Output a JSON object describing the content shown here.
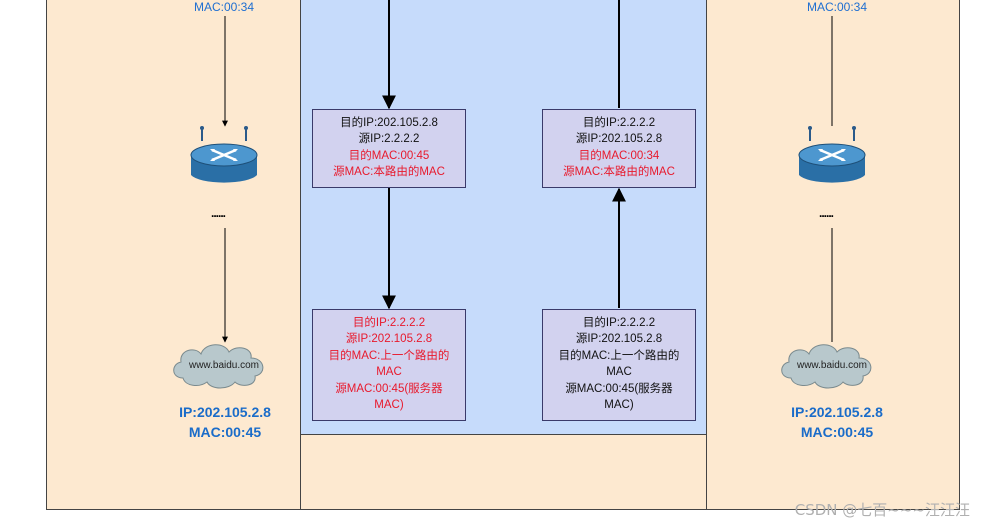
{
  "left": {
    "mac_top": "MAC:00:34",
    "dots": "......",
    "cloud_label": "www.baidu.com",
    "ip": "IP:202.105.2.8",
    "mac": "MAC:00:45"
  },
  "right": {
    "mac_top": "MAC:00:34",
    "dots": "......",
    "cloud_label": "www.baidu.com",
    "ip": "IP:202.105.2.8",
    "mac": "MAC:00:45"
  },
  "packets": {
    "top_left": {
      "line1": "目的IP:202.105.2.8",
      "line2": "源IP:2.2.2.2",
      "line3": "目的MAC:00:45",
      "line4": "源MAC:本路由的MAC"
    },
    "top_right": {
      "line1": "目的IP:2.2.2.2",
      "line2": "源IP:202.105.2.8",
      "line3": "目的MAC:00:34",
      "line4": "源MAC:本路由的MAC"
    },
    "bottom_left": {
      "line1": "目的IP:2.2.2.2",
      "line2": "源IP:202.105.2.8",
      "line3": "目的MAC:上一个路由的",
      "line4": "MAC",
      "line5": "源MAC:00:45(服务器",
      "line6": "MAC)"
    },
    "bottom_right": {
      "line1": "目的IP:2.2.2.2",
      "line2": "源IP:202.105.2.8",
      "line3": "目的MAC:上一个路由的",
      "line4": "MAC",
      "line5": "源MAC:00:45(服务器",
      "line6": "MAC)"
    }
  },
  "icons": {
    "router": "router-icon",
    "cloud": "cloud-icon"
  },
  "colors": {
    "panel_bg": "#fde9d0",
    "inner_bg": "#c6dbfb",
    "packet_bg": "#d2d2ef",
    "highlight_text": "#e8192c",
    "blue_text": "#1a6cc9"
  },
  "watermark": "CSDN @七百~~~汪汪汪"
}
